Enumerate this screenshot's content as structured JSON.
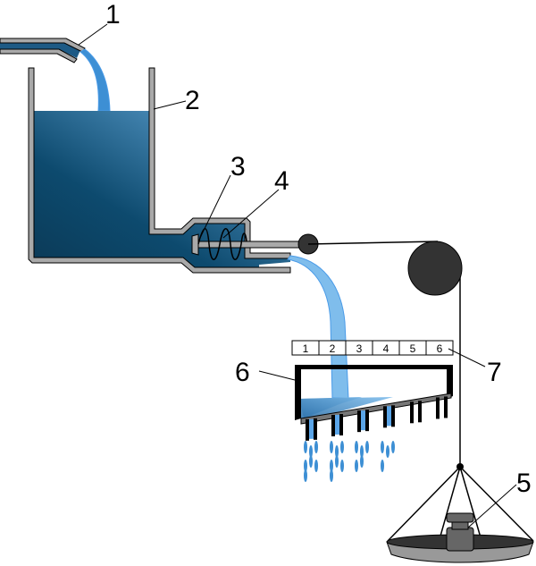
{
  "labels": {
    "inlet_pipe": "1",
    "reservoir": "2",
    "valve": "3",
    "spring": "4",
    "weight": "5",
    "distribution_trough": "6",
    "scale": "7"
  },
  "scale_cells": [
    "1",
    "2",
    "3",
    "4",
    "5",
    "6"
  ],
  "colors": {
    "water_dark": "#0a3d5c",
    "water_light": "#6aaee0",
    "stream": "#4a9be8",
    "wall": "#a9a9a9",
    "outline": "#000000",
    "pulley": "#333333"
  }
}
